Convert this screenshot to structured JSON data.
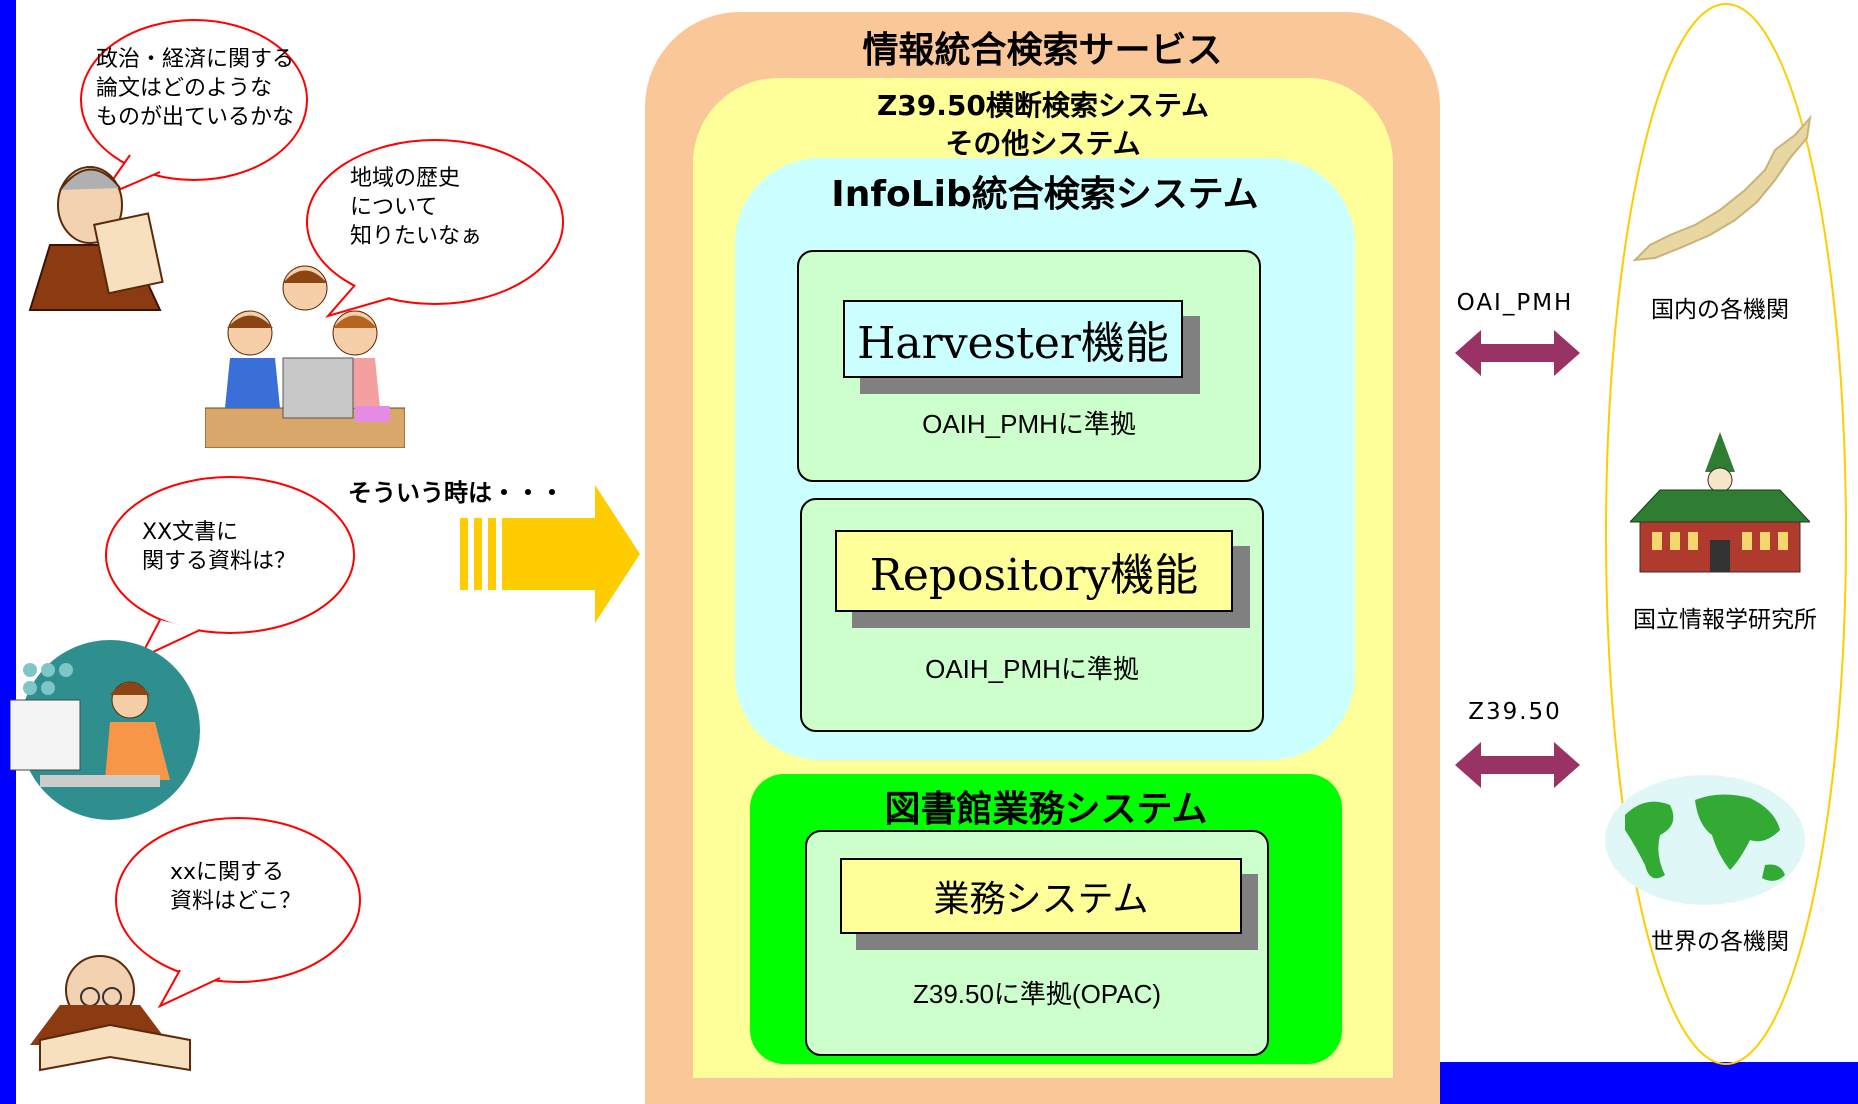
{
  "left_bubbles": [
    {
      "text": "政治・経済に関する\n論文はどのような\nものが出ているかな"
    },
    {
      "text": "地域の歴史\nについて\n知りたいなぁ"
    },
    {
      "text": "XX文書に\n関する資料は？"
    },
    {
      "text": "xxに関する\n資料はどこ？"
    }
  ],
  "arrow_label": "そういう時は・・・",
  "service": {
    "title": "情報統合検索サービス",
    "z3950_line1": "Z39.50横断検索システム",
    "z3950_line2": "その他システム",
    "infolib_title": "InfoLib統合検索システム",
    "harvester": {
      "label": "Harvester機能",
      "note": "OAIH_PMHに準拠"
    },
    "repository": {
      "label": "Repository機能",
      "note": "OAIH_PMHに準拠"
    },
    "library_title": "図書館業務システム",
    "gyomu": {
      "label": "業務システム",
      "note": "Z39.50に準拠(OPAC)"
    }
  },
  "protocols": {
    "oai": "OAI_PMH",
    "z3950": "Z39.50"
  },
  "institutions": {
    "domestic": "国内の各機関",
    "nii": "国立情報学研究所",
    "world": "世界の各機関"
  },
  "colors": {
    "outer_orange": "#fac898",
    "yellow": "#ffff99",
    "cyan": "#ccffff",
    "light_green": "#ccffcc",
    "bright_green": "#00ff00",
    "arrow_yellow": "#ffcc00",
    "arrow_purple": "#993366",
    "blue_bar": "#0000ff",
    "bubble_red": "#ff0000",
    "ellipse_yellow": "#ffcc00"
  }
}
